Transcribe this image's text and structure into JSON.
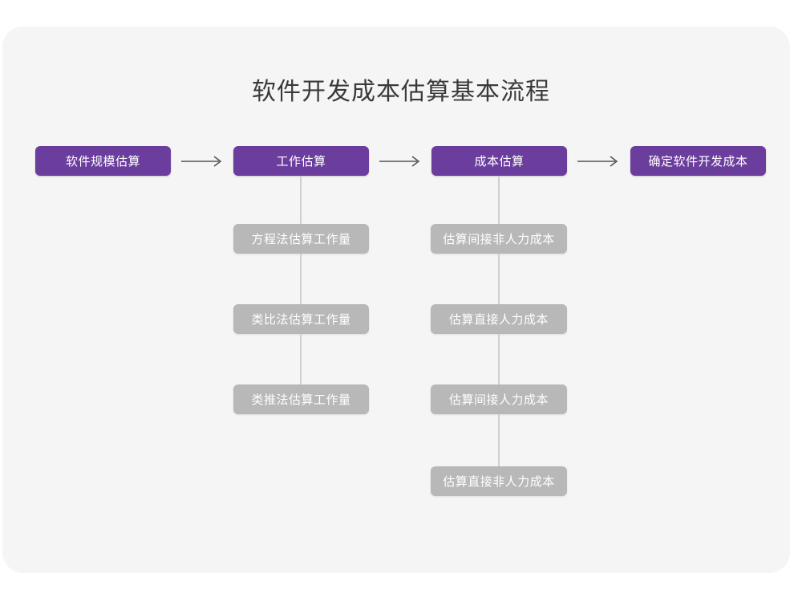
{
  "diagram": {
    "title": "软件开发成本估算基本流程",
    "type": "flowchart",
    "colors": {
      "canvas": "#ffffff",
      "card": "#f5f5f5",
      "primary_node": "#6b3e9e",
      "secondary_node": "#b8b8b8",
      "node_text": "#ffffff",
      "title_text": "#3a3a3a",
      "connector": "#cfcfcf",
      "arrow": "#555555"
    },
    "main_flow": [
      {
        "id": "step1",
        "label": "软件规模估算"
      },
      {
        "id": "step2",
        "label": "工作估算"
      },
      {
        "id": "step3",
        "label": "成本估算"
      },
      {
        "id": "step4",
        "label": "确定软件开发成本"
      }
    ],
    "arrows": [
      {
        "id": "arrow1",
        "from": "step1",
        "to": "step2",
        "glyph": "right-arrow"
      },
      {
        "id": "arrow2",
        "from": "step2",
        "to": "step3",
        "glyph": "right-arrow"
      },
      {
        "id": "arrow3",
        "from": "step3",
        "to": "step4",
        "glyph": "right-arrow"
      }
    ],
    "branches": [
      {
        "parent": "step2",
        "items": [
          {
            "label": "方程法估算工作量"
          },
          {
            "label": "类比法估算工作量"
          },
          {
            "label": "类推法估算工作量"
          }
        ]
      },
      {
        "parent": "step3",
        "items": [
          {
            "label": "估算间接非人力成本"
          },
          {
            "label": "估算直接人力成本"
          },
          {
            "label": "估算间接人力成本"
          },
          {
            "label": "估算直接非人力成本"
          }
        ]
      }
    ]
  }
}
